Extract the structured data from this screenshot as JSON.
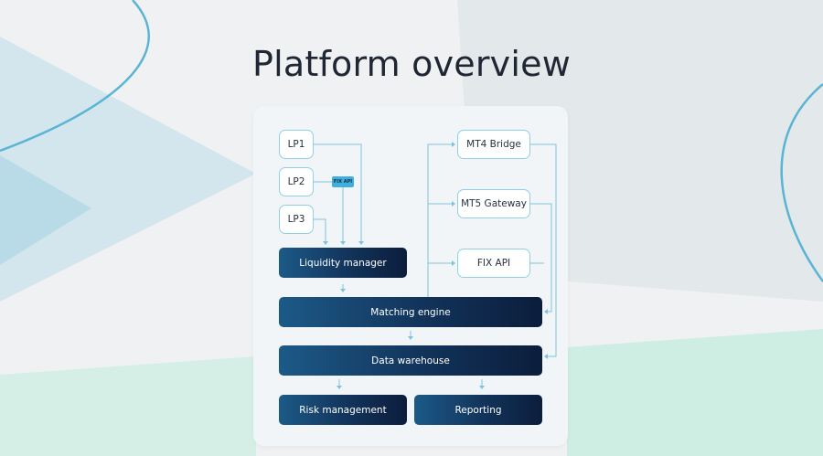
{
  "title": "Platform overview",
  "colors": {
    "connector": "#7dc3de",
    "light_border": "#8fd0e4",
    "dark_start": "#1c5a87",
    "dark_end": "#0c1d3c",
    "tag": "#3fb0de"
  },
  "nodes": {
    "lp1": "LP1",
    "lp2": "LP2",
    "lp3": "LP3",
    "fix_tag": "FIX API",
    "mt4": "MT4 Bridge",
    "mt5": "MT5 Gateway",
    "fix_api": "FIX API",
    "liquidity": "Liquidity manager",
    "matching": "Matching engine",
    "warehouse": "Data warehouse",
    "risk": "Risk management",
    "reporting": "Reporting"
  }
}
